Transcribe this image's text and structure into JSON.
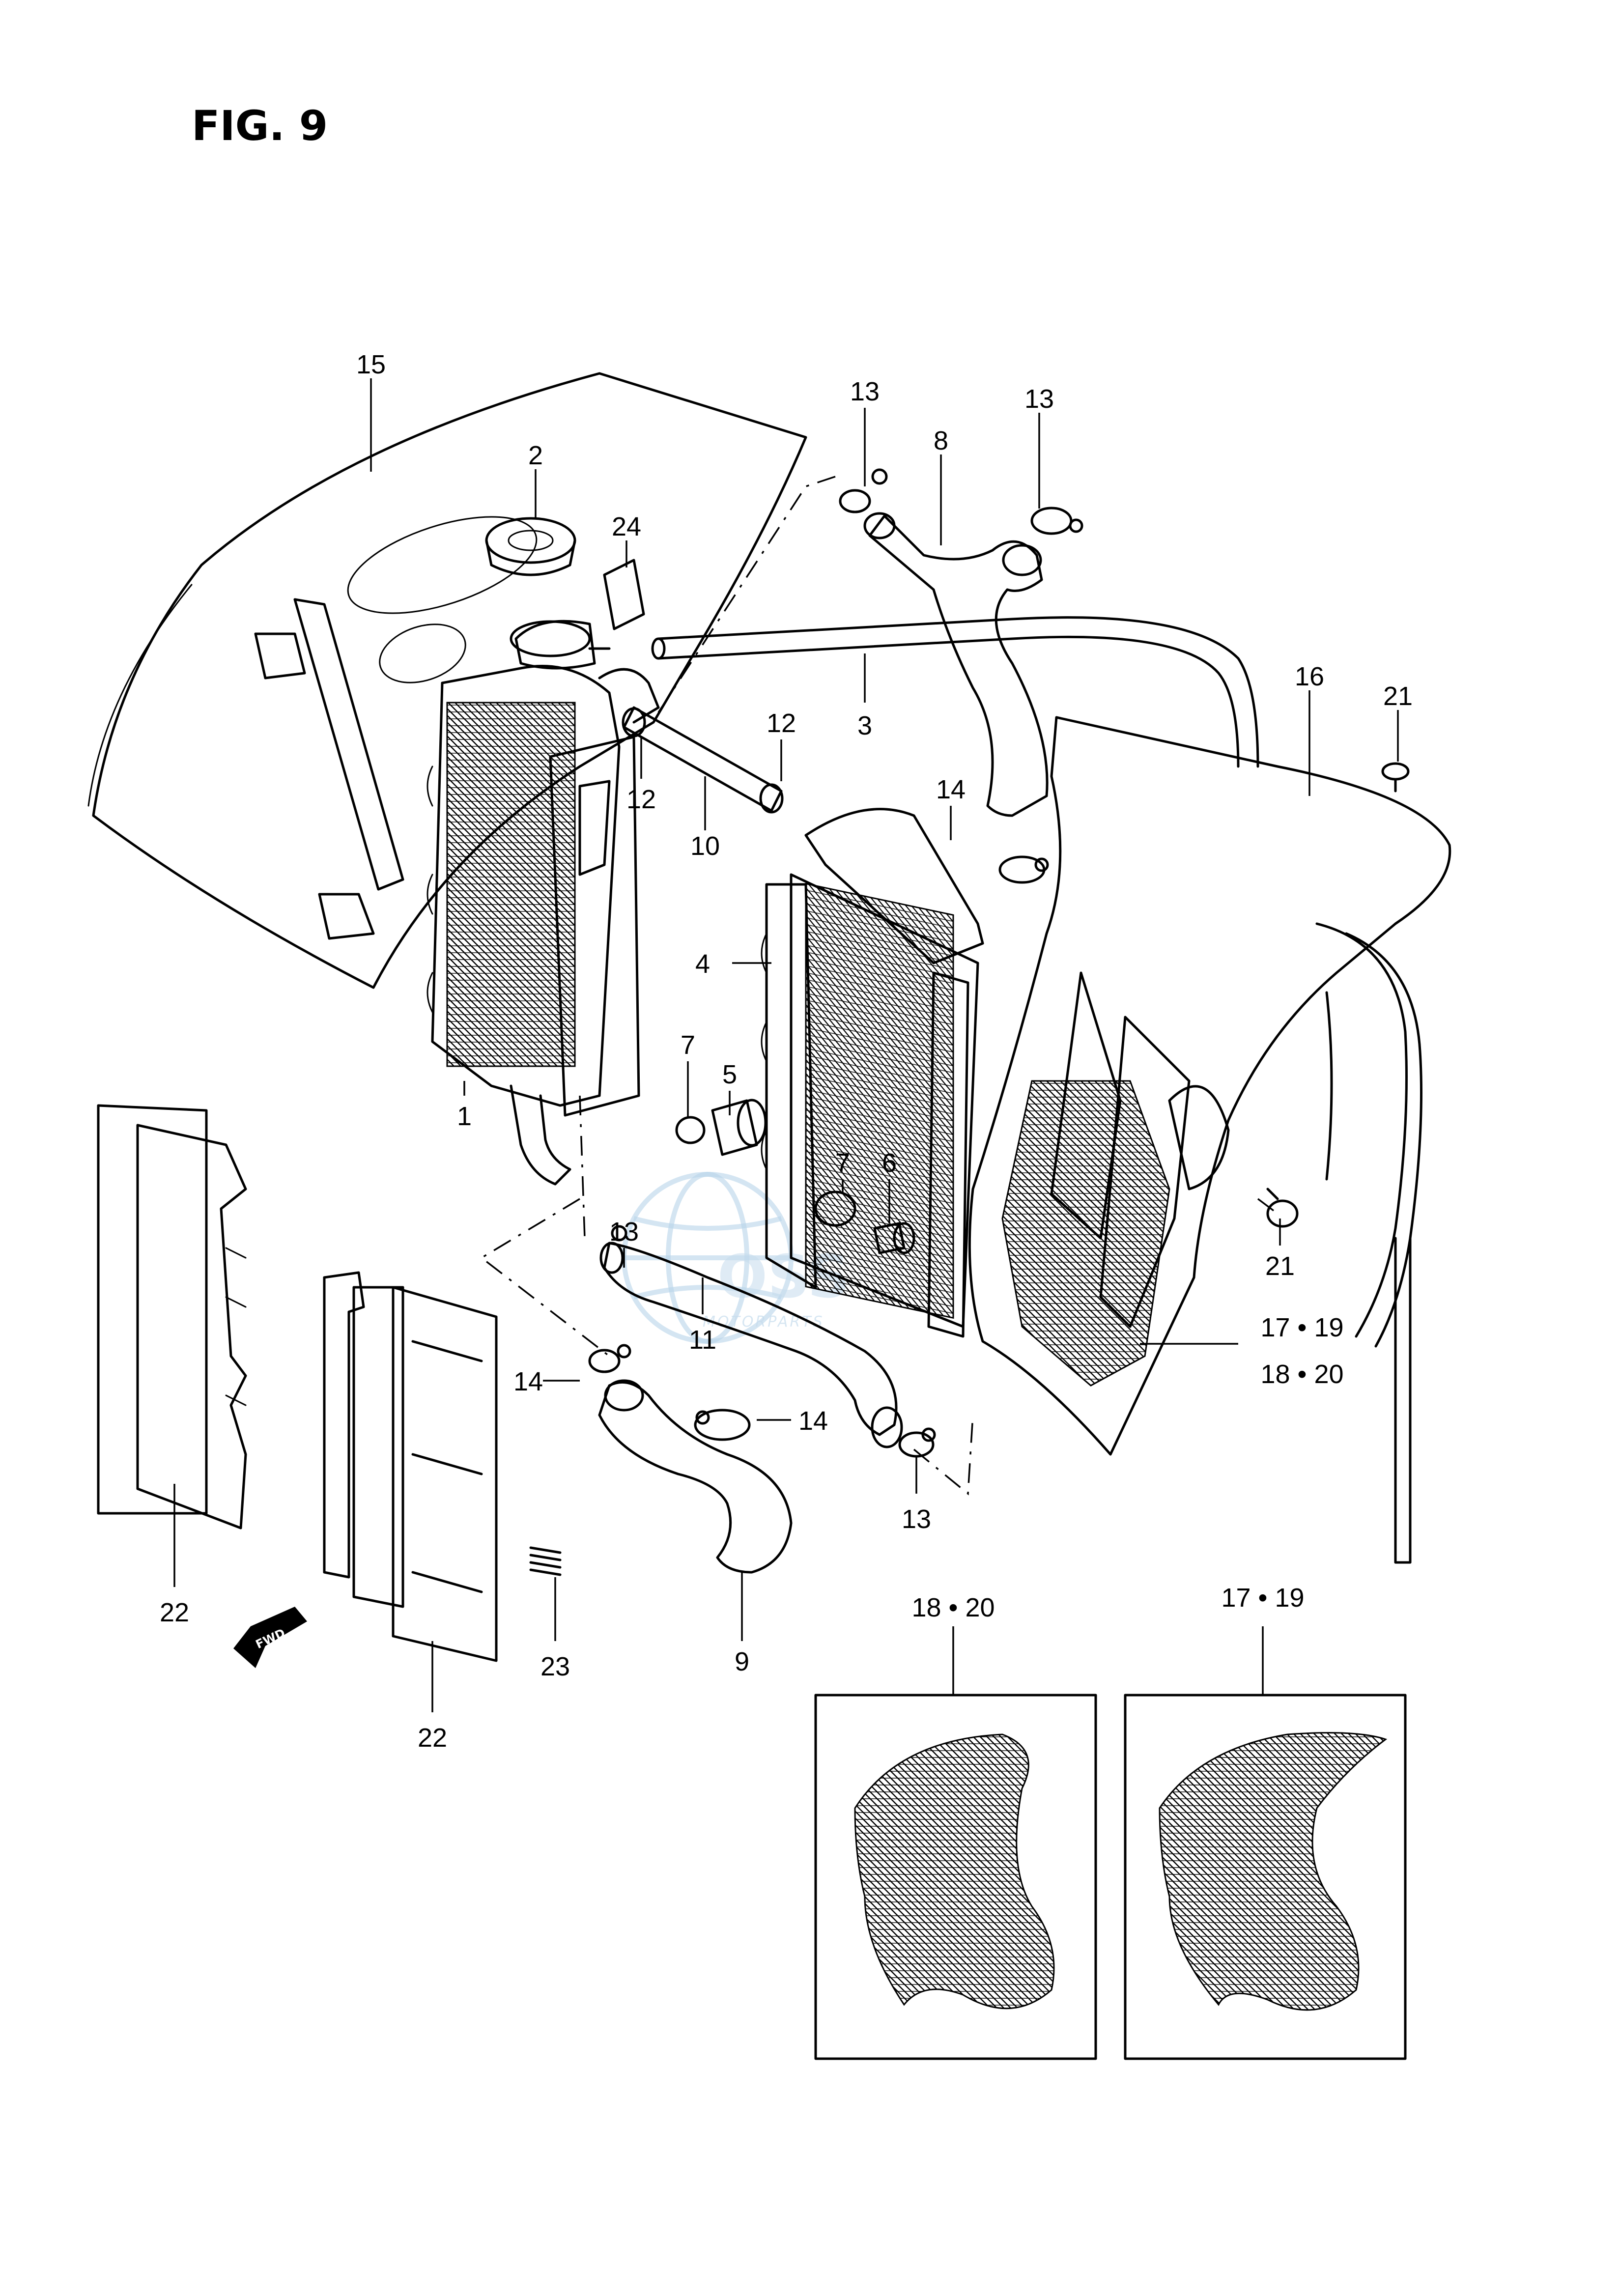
{
  "figure": {
    "title": "FIG. 9"
  },
  "callouts": [
    {
      "id": "c15",
      "text": "15"
    },
    {
      "id": "c2",
      "text": "2"
    },
    {
      "id": "c24",
      "text": "24"
    },
    {
      "id": "c13a",
      "text": "13"
    },
    {
      "id": "c8",
      "text": "8"
    },
    {
      "id": "c13b",
      "text": "13"
    },
    {
      "id": "c3",
      "text": "3"
    },
    {
      "id": "c16",
      "text": "16"
    },
    {
      "id": "c21a",
      "text": "21"
    },
    {
      "id": "c12a",
      "text": "12"
    },
    {
      "id": "c12b",
      "text": "12"
    },
    {
      "id": "c10",
      "text": "10"
    },
    {
      "id": "c14a",
      "text": "14"
    },
    {
      "id": "c4",
      "text": "4"
    },
    {
      "id": "c7a",
      "text": "7"
    },
    {
      "id": "c5",
      "text": "5"
    },
    {
      "id": "c7b",
      "text": "7"
    },
    {
      "id": "c6",
      "text": "6"
    },
    {
      "id": "c1",
      "text": "1"
    },
    {
      "id": "c13c",
      "text": "13"
    },
    {
      "id": "c11",
      "text": "11"
    },
    {
      "id": "c21b",
      "text": "21"
    },
    {
      "id": "c1719a",
      "text": "17 • 19"
    },
    {
      "id": "c1820a",
      "text": "18 • 20"
    },
    {
      "id": "c14b",
      "text": "14"
    },
    {
      "id": "c14c",
      "text": "14"
    },
    {
      "id": "c13d",
      "text": "13"
    },
    {
      "id": "c22a",
      "text": "22"
    },
    {
      "id": "c23",
      "text": "23"
    },
    {
      "id": "c9",
      "text": "9"
    },
    {
      "id": "c22b",
      "text": "22"
    },
    {
      "id": "c1820b",
      "text": "18 • 20"
    },
    {
      "id": "c1719b",
      "text": "17 • 19"
    }
  ],
  "direction_badge": {
    "text": "FWD",
    "icon": "forward-arrow-icon"
  },
  "watermark": {
    "text": "OSS",
    "subtext": "MOTORPARTS",
    "icon": "globe-icon"
  }
}
